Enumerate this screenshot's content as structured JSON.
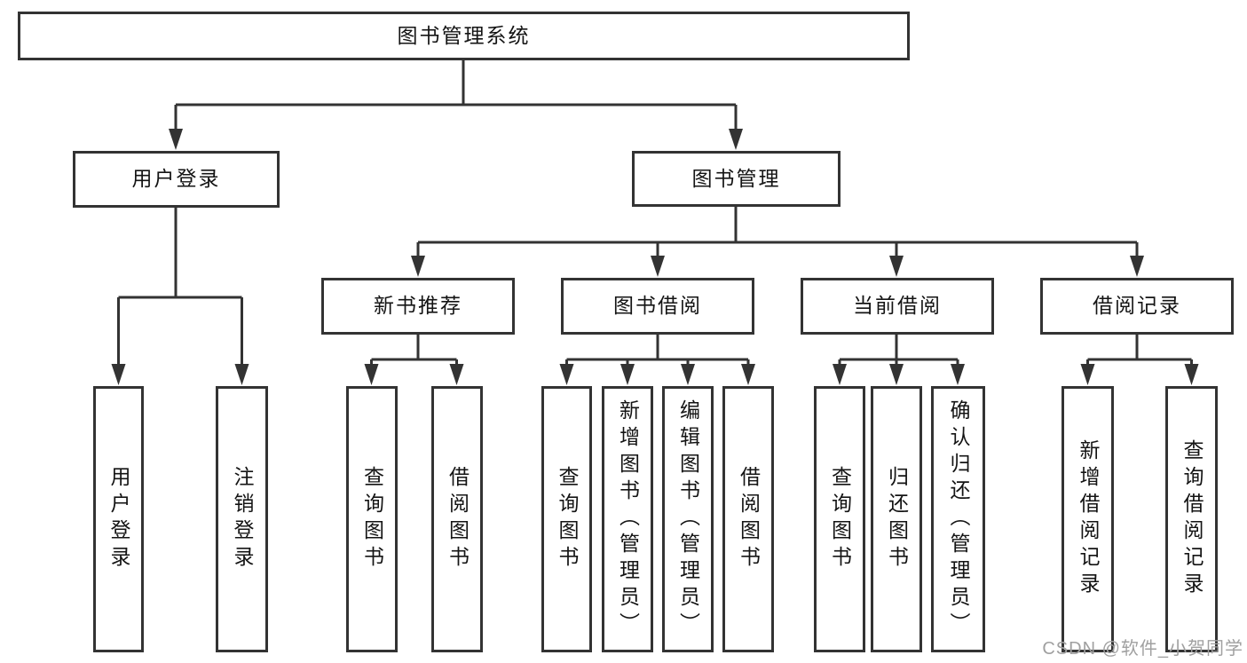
{
  "diagram_title": "图书管理系统",
  "colors": {
    "line": "#333333",
    "box_border": "#333333",
    "box_fill": "#ffffff",
    "text": "#141414",
    "watermark": "#a0a0a0",
    "background": "#ffffff"
  },
  "tree": {
    "root": {
      "label": "图书管理系统",
      "children": [
        {
          "label": "用户登录",
          "children": [
            {
              "label": "用户登录"
            },
            {
              "label": "注销登录"
            }
          ]
        },
        {
          "label": "图书管理",
          "children": [
            {
              "label": "新书推荐",
              "children": [
                {
                  "label": "查询图书"
                },
                {
                  "label": "借阅图书"
                }
              ]
            },
            {
              "label": "图书借阅",
              "children": [
                {
                  "label": "查询图书"
                },
                {
                  "label": "新增图书（管理员）"
                },
                {
                  "label": "编辑图书（管理员）"
                },
                {
                  "label": "借阅图书"
                }
              ]
            },
            {
              "label": "当前借阅",
              "children": [
                {
                  "label": "查询图书"
                },
                {
                  "label": "归还图书"
                },
                {
                  "label": "确认归还（管理员）"
                }
              ]
            },
            {
              "label": "借阅记录",
              "children": [
                {
                  "label": "新增借阅记录"
                },
                {
                  "label": "查询借阅记录"
                }
              ]
            }
          ]
        }
      ]
    }
  },
  "watermark": "CSDN @软件_小贺同学"
}
